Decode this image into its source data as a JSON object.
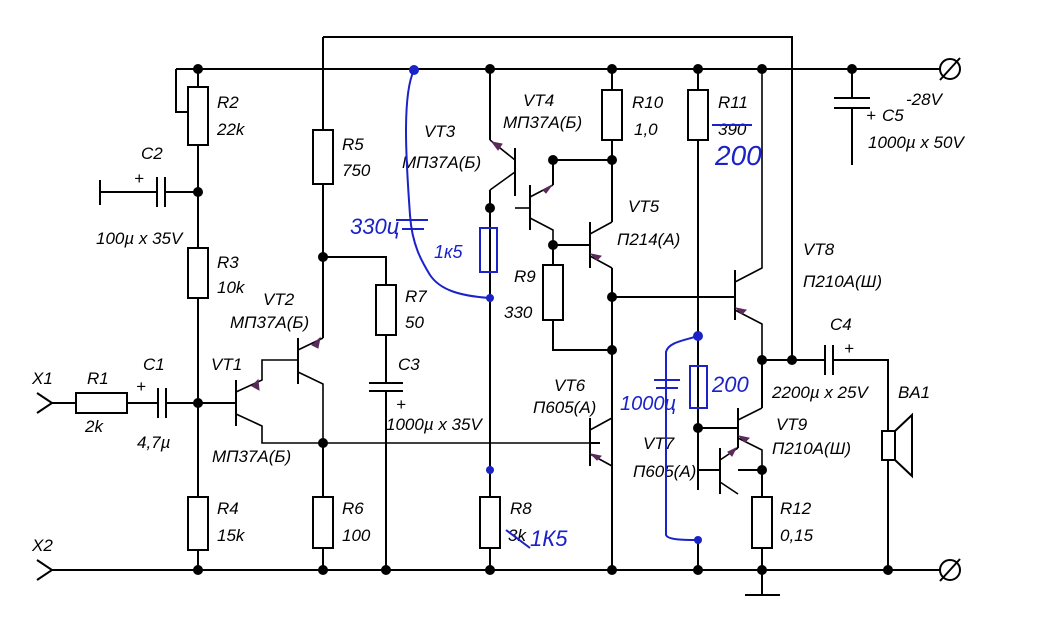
{
  "components": {
    "R1": {
      "ref": "R1",
      "value": "2k"
    },
    "R2": {
      "ref": "R2",
      "value": "22k"
    },
    "R3": {
      "ref": "R3",
      "value": "10k"
    },
    "R4": {
      "ref": "R4",
      "value": "15k"
    },
    "R5": {
      "ref": "R5",
      "value": "750"
    },
    "R6": {
      "ref": "R6",
      "value": "100"
    },
    "R7": {
      "ref": "R7",
      "value": "50"
    },
    "R8": {
      "ref": "R8",
      "value": "3k"
    },
    "R9": {
      "ref": "R9",
      "value": "330"
    },
    "R10": {
      "ref": "R10",
      "value": "1,0"
    },
    "R11": {
      "ref": "R11",
      "value": "390"
    },
    "R12": {
      "ref": "R12",
      "value": "0,15"
    },
    "C1": {
      "ref": "C1",
      "value": "4,7µ"
    },
    "C2": {
      "ref": "C2",
      "value": "100µ x 35V"
    },
    "C3": {
      "ref": "C3",
      "value": "1000µ x 35V"
    },
    "C4": {
      "ref": "C4",
      "value": "2200µ x 25V"
    },
    "C5": {
      "ref": "C5",
      "value": "1000µ x 50V"
    },
    "VT1": {
      "ref": "VT1",
      "type": "МП37А(Б)"
    },
    "VT2": {
      "ref": "VT2",
      "type": "МП37А(Б)"
    },
    "VT3": {
      "ref": "VT3",
      "type": "МП37А(Б)"
    },
    "VT4": {
      "ref": "VT4",
      "type": "МП37А(Б)"
    },
    "VT5": {
      "ref": "VT5",
      "type": "П214(А)"
    },
    "VT6": {
      "ref": "VT6",
      "type": "П605(А)"
    },
    "VT7": {
      "ref": "VT7",
      "type": "П605(А)"
    },
    "VT8": {
      "ref": "VT8",
      "type": "П210А(Ш)"
    },
    "VT9": {
      "ref": "VT9",
      "type": "П210А(Ш)"
    },
    "BA1": {
      "ref": "BA1"
    }
  },
  "terminals": {
    "x1": "X1",
    "x2": "X2",
    "supply": "-28V"
  },
  "plus_sign": "+",
  "handwritten": {
    "cap_vt3": "330ц",
    "res_1k5": "1к5",
    "r11_new": "200",
    "cap_vt7": "1000ц",
    "res_200": "200",
    "r8_new": "1К5"
  },
  "colors": {
    "ink": "#1a22c8",
    "wire": "#000000",
    "arrow": "#5a2a5a"
  }
}
